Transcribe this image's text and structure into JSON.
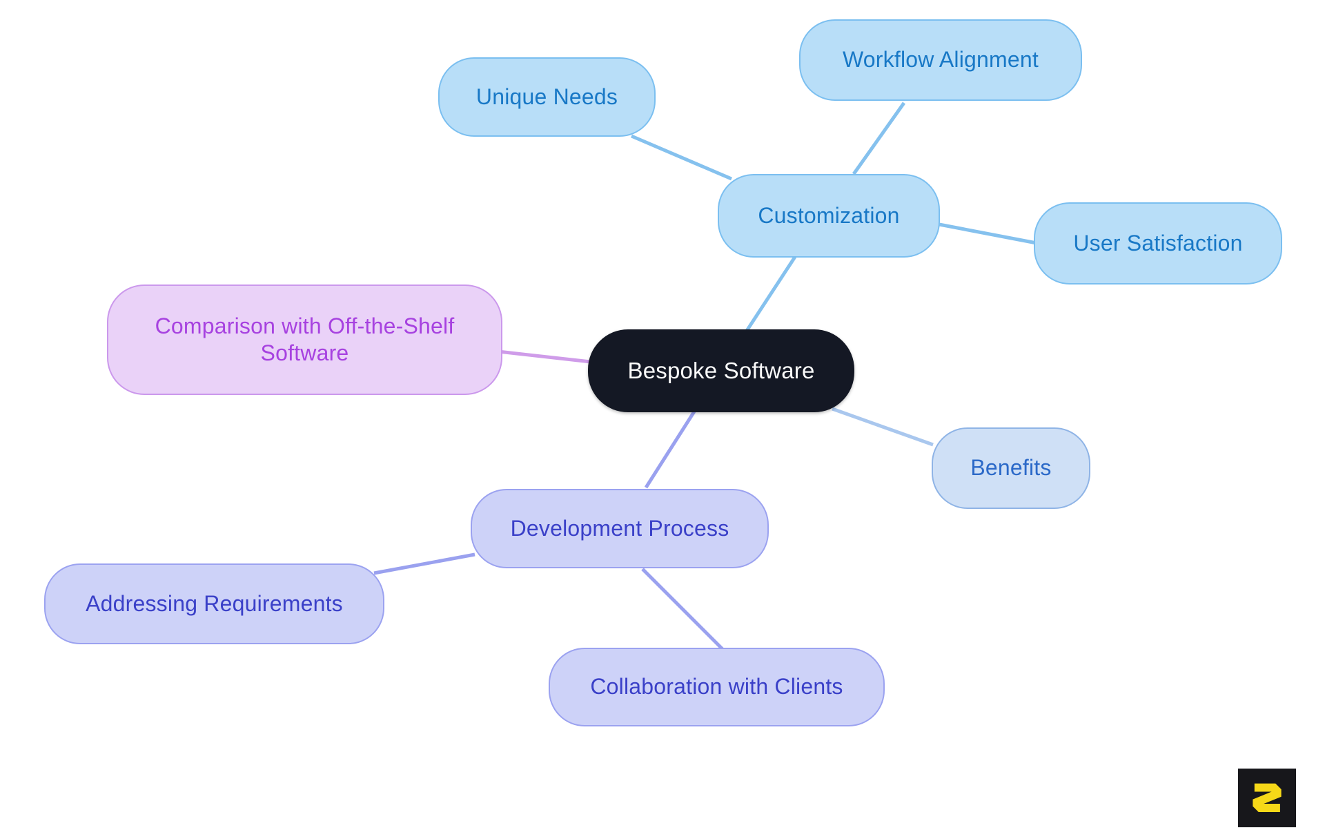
{
  "diagram_title": "Bespoke Software mind map",
  "nodes": {
    "central": {
      "label": "Bespoke Software"
    },
    "customization": {
      "label": "Customization"
    },
    "unique_needs": {
      "label": "Unique Needs"
    },
    "workflow_alignment": {
      "label": "Workflow Alignment"
    },
    "user_satisfaction": {
      "label": "User Satisfaction"
    },
    "comparison": {
      "label": "Comparison with Off-the-Shelf Software"
    },
    "benefits": {
      "label": "Benefits"
    },
    "development_process": {
      "label": "Development Process"
    },
    "addressing_requirements": {
      "label": "Addressing Requirements"
    },
    "collaboration_with_clients": {
      "label": "Collaboration with Clients"
    }
  },
  "structure": {
    "root": "Bespoke Software",
    "branches": [
      {
        "label": "Customization",
        "children": [
          "Unique Needs",
          "Workflow Alignment",
          "User Satisfaction"
        ]
      },
      {
        "label": "Comparison with Off-the-Shelf Software",
        "children": []
      },
      {
        "label": "Benefits",
        "children": []
      },
      {
        "label": "Development Process",
        "children": [
          "Addressing Requirements",
          "Collaboration with Clients"
        ]
      }
    ]
  },
  "logo": {
    "glyph": "S"
  },
  "colors": {
    "background": "#ffffff",
    "central_fill": "#141824",
    "central_text": "#fafafa",
    "sky_fill": "#b8def8",
    "sky_border": "#7bbff0",
    "sky_text": "#1878c6",
    "sky_line": "#85c1ee",
    "benefits_fill": "#cfe0f6",
    "benefits_border": "#8fb4e6",
    "benefits_text": "#2b69c8",
    "benefits_line": "#a9c7ee",
    "lavender_fill": "#ead2f8",
    "lavender_border": "#cb98ec",
    "lavender_text": "#a742e0",
    "lavender_line": "#cf9ce9",
    "indigo_fill": "#cdd2f8",
    "indigo_border": "#9ba2f0",
    "indigo_text": "#3a40c8",
    "indigo_line": "#9aa1ef",
    "logo_bg": "#17171b",
    "logo_glyph": "#f6d818"
  }
}
